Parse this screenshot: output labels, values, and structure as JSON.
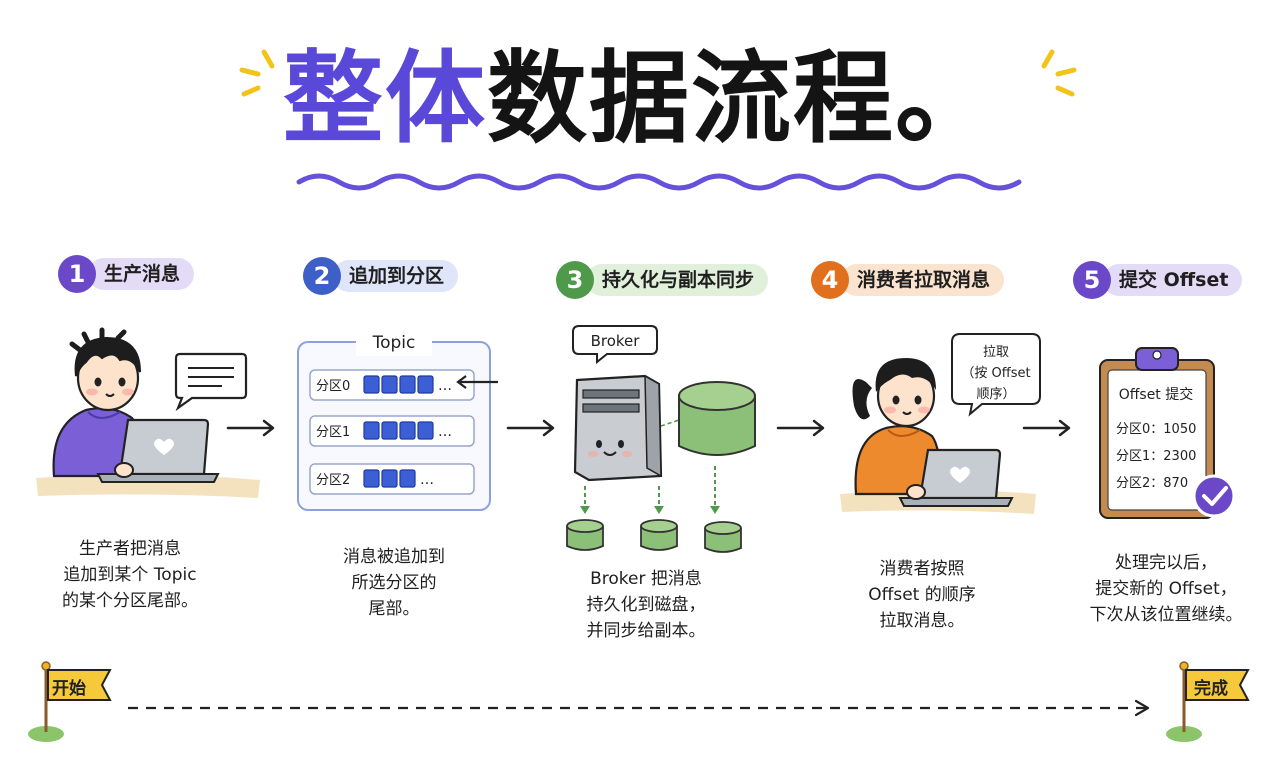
{
  "title": {
    "accent": "整体",
    "rest": "数据流程。"
  },
  "steps": [
    {
      "num": "1",
      "label": "生产消息",
      "color": "#6a48c8",
      "pill": "#e4dcf7",
      "caption": [
        "生产者把消息",
        "追加到某个 Topic",
        "的某个分区尾部。"
      ]
    },
    {
      "num": "2",
      "label": "追加到分区",
      "color": "#3f5fc8",
      "pill": "#dfe6fa",
      "caption": [
        "消息被追加到",
        "所选分区的",
        "尾部。"
      ]
    },
    {
      "num": "3",
      "label": "持久化与副本同步",
      "color": "#4f9a4a",
      "pill": "#e1f0da",
      "caption": [
        "Broker 把消息",
        "持久化到磁盘，",
        "并同步给副本。"
      ]
    },
    {
      "num": "4",
      "label": "消费者拉取消息",
      "color": "#e0701e",
      "pill": "#fbe4cf",
      "caption": [
        "消费者按照",
        "Offset 的顺序",
        "拉取消息。"
      ]
    },
    {
      "num": "5",
      "label": "提交 Offset",
      "color": "#6a48c8",
      "pill": "#e4dcf7",
      "caption": [
        "处理完以后，",
        "提交新的 Offset，",
        "下次从该位置继续。"
      ]
    }
  ],
  "topic": {
    "title": "Topic",
    "partitions": [
      "分区0",
      "分区1",
      "分区2"
    ],
    "ellipsis": "…"
  },
  "broker": {
    "label": "Broker"
  },
  "consumer_bubble": {
    "lines": [
      "拉取",
      "（按 Offset",
      "顺序）"
    ]
  },
  "clipboard": {
    "title": "Offset 提交",
    "rows": [
      "分区0：1050",
      "分区1：2300",
      "分区2：870"
    ]
  },
  "timeline": {
    "start": "开始",
    "end": "完成"
  },
  "colors": {
    "accent": "#5a48d8",
    "spark": "#f2c318",
    "hoodie_purple": "#7a5fd6",
    "hoodie_orange": "#ee8a2e",
    "disk_green": "#8cbf78",
    "block_blue": "#3d5fd6"
  }
}
